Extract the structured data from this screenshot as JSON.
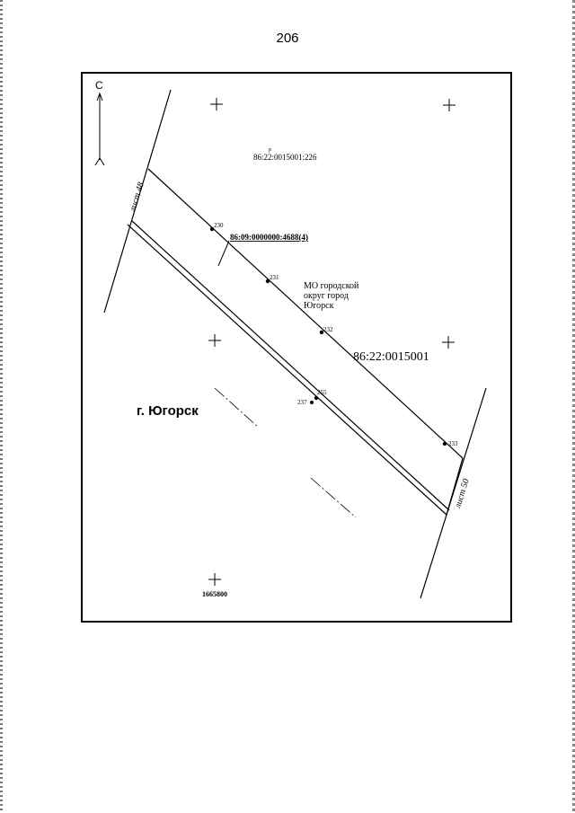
{
  "page": {
    "number": "206"
  },
  "map": {
    "north_label": "С",
    "sheets": {
      "upper_left": "лист 48",
      "lower_right": "лист 50"
    },
    "parcels": {
      "upper_id": "86:22:0015001:226",
      "upper_mark": "p",
      "strip_id": "86:09:0000000:4688(4)",
      "block_id": "86:22:0015001"
    },
    "municipality": [
      "МО городской",
      "округ город",
      "Югорск"
    ],
    "town": "г. Югорск",
    "coordinate": "1665800",
    "points": {
      "p230": "230",
      "p231": "231",
      "p232": "232",
      "p233": "233",
      "p255": "255",
      "p237": "237"
    }
  }
}
